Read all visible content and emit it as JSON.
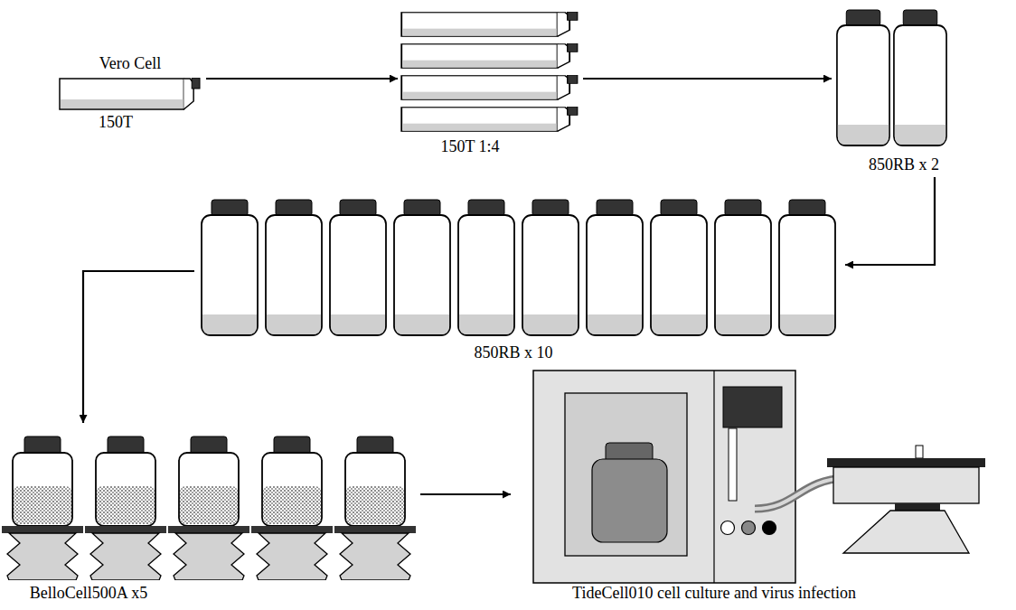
{
  "diagram": {
    "nodes": [
      {
        "text": [
          "Vero Cell",
          "150T"
        ]
      },
      {
        "text": [
          "150T 1:4"
        ]
      },
      {
        "text": [
          "850RB x 2"
        ]
      },
      {
        "text": [
          "850RB x 10"
        ]
      },
      {
        "text": [
          "BelloCell500A x5"
        ]
      },
      {
        "text": [
          "TideCell010 cell culture and virus infection"
        ]
      }
    ],
    "edges": [
      {
        "from": 0,
        "to": 1,
        "arrow": "to"
      },
      {
        "from": 1,
        "to": 2,
        "arrow": "to"
      },
      {
        "from": 2,
        "to": 3,
        "arrow": "to"
      },
      {
        "from": 3,
        "to": 4,
        "arrow": "to"
      },
      {
        "from": 4,
        "to": 5,
        "arrow": "to"
      }
    ]
  }
}
